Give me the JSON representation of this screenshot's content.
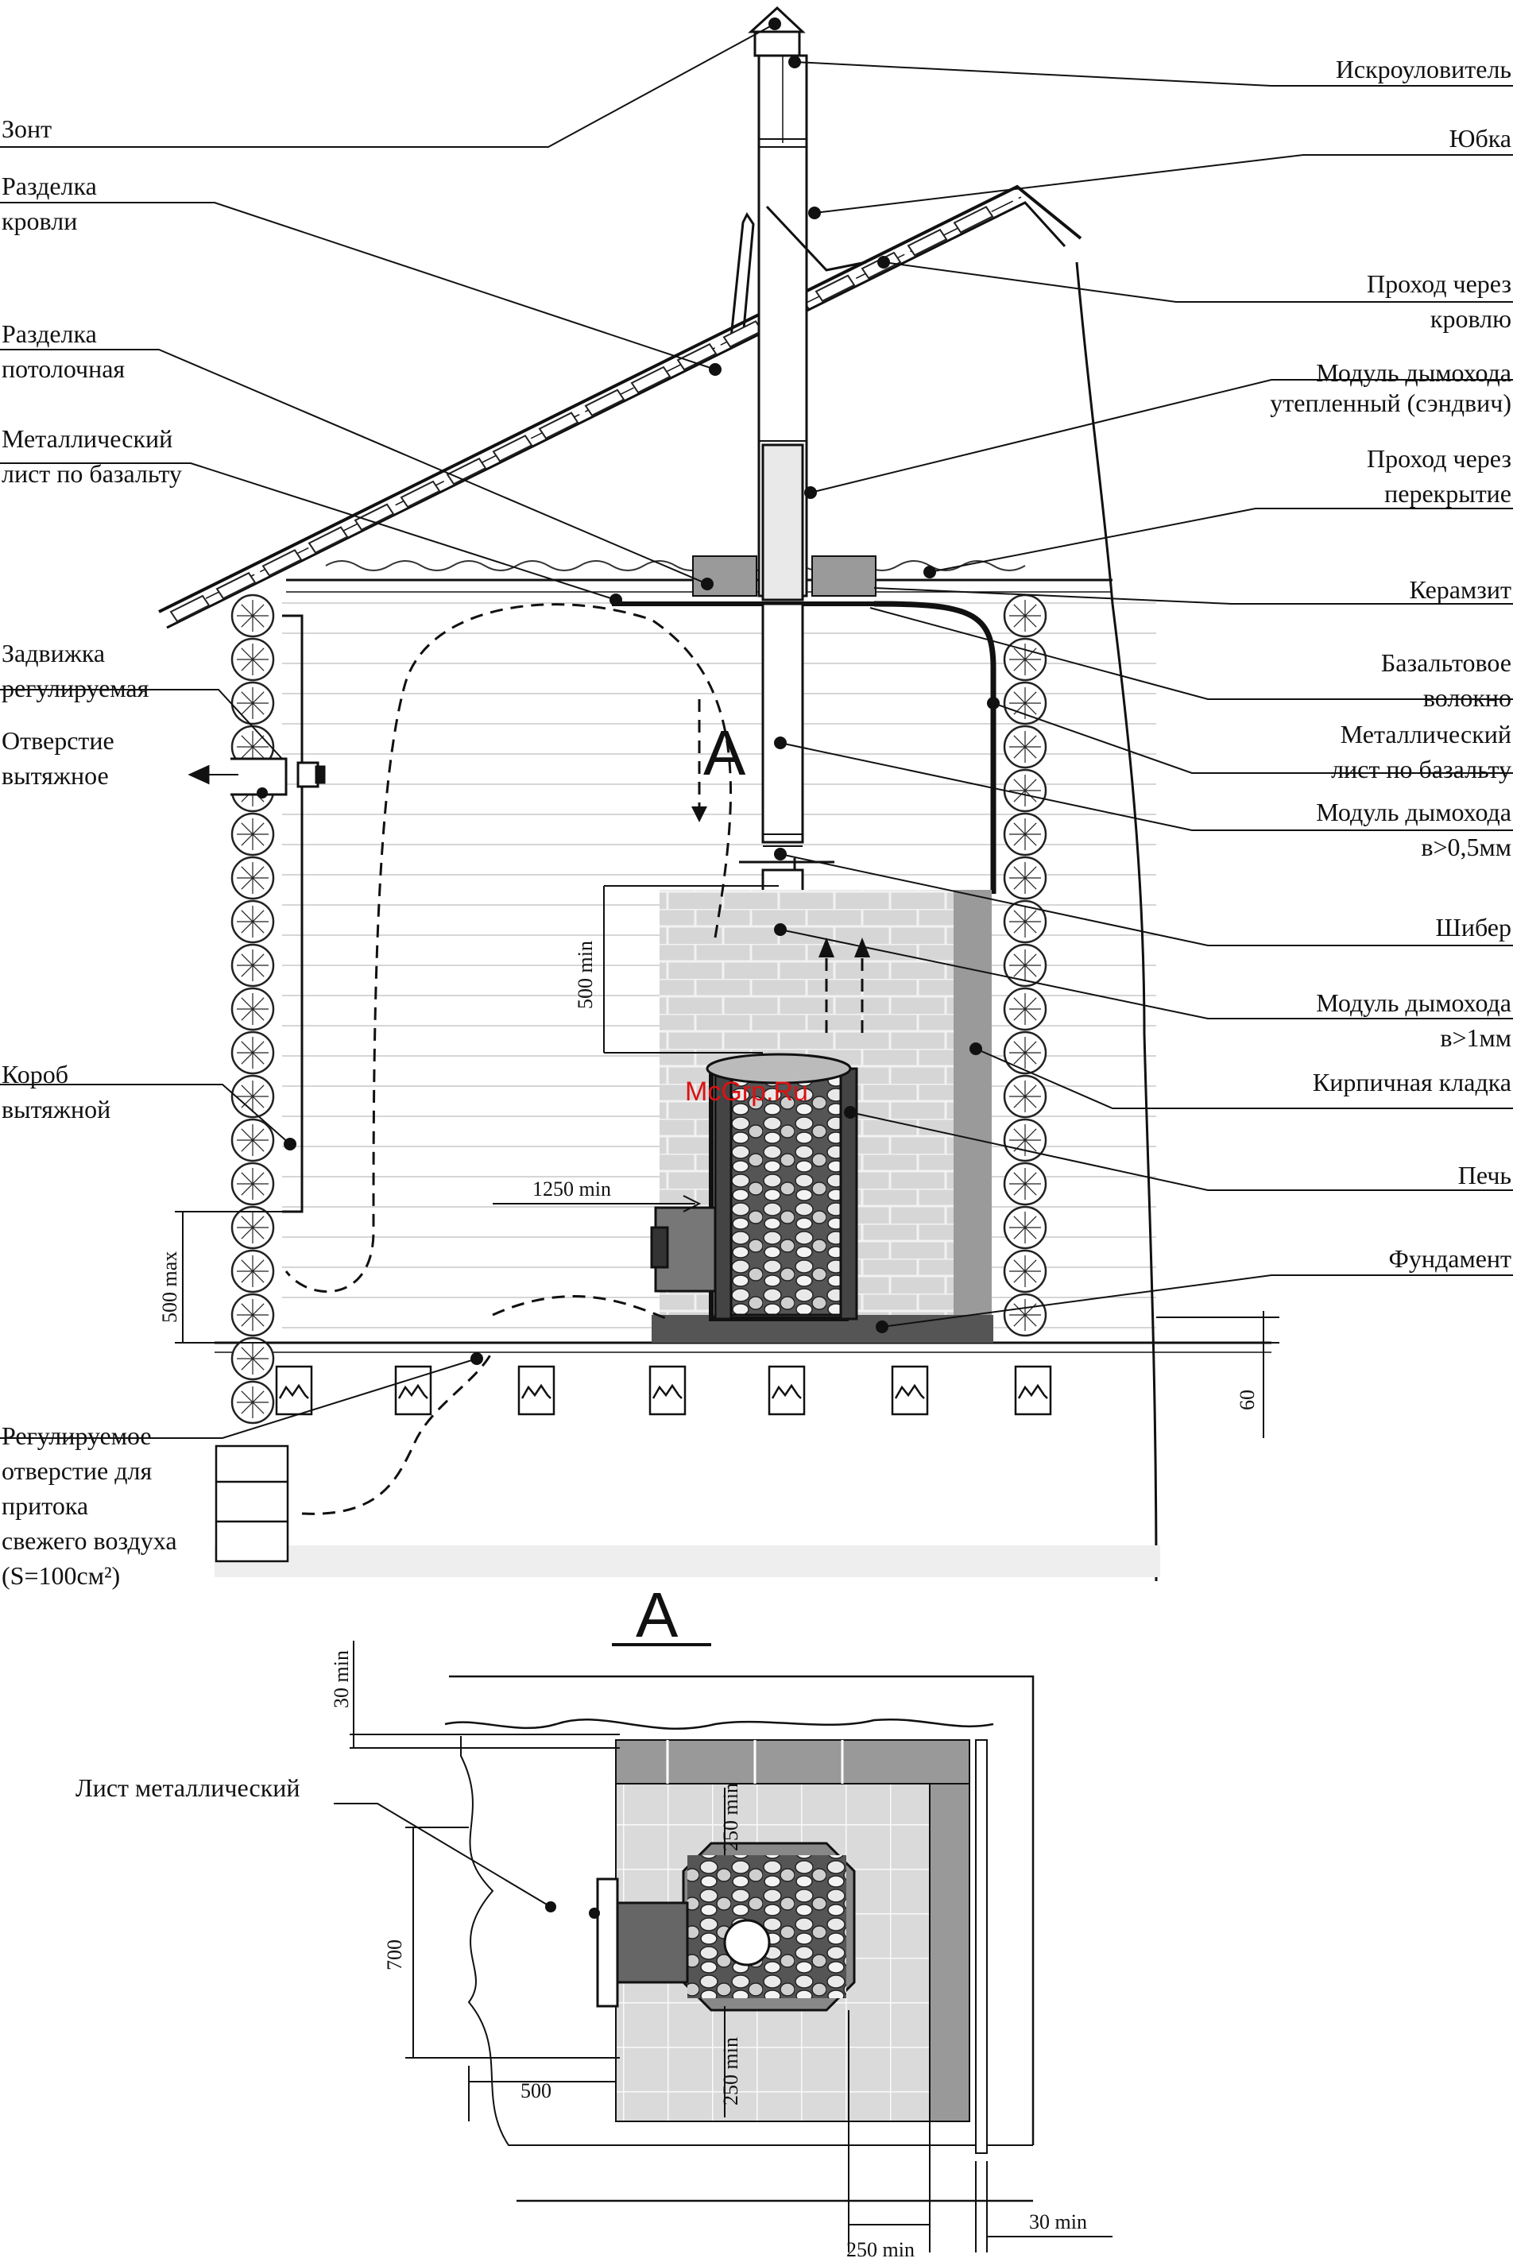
{
  "labels_left": [
    {
      "id": "zont",
      "lines": [
        "Зонт"
      ]
    },
    {
      "id": "razdelka-krovli",
      "lines": [
        "Разделка",
        "кровли"
      ]
    },
    {
      "id": "razdelka-potolochnaya",
      "lines": [
        "Разделка",
        "потолочная"
      ]
    },
    {
      "id": "metal-list-left",
      "lines": [
        "Металлический",
        "лист по базальту"
      ]
    },
    {
      "id": "zadvizhka",
      "lines": [
        "Задвижка",
        "регулируемая"
      ]
    },
    {
      "id": "otverstie-vytyazhnoe",
      "lines": [
        "Отверстие",
        "вытяжное"
      ]
    },
    {
      "id": "korob-vytyazhnoy",
      "lines": [
        "Короб",
        "вытяжной"
      ]
    },
    {
      "id": "reguliruemoe-otverstie",
      "lines": [
        "Регулируемое",
        "отверстие для",
        "притока",
        "свежего воздуха",
        "(S=100см²)"
      ]
    }
  ],
  "labels_right": [
    {
      "id": "iskrouloviteli",
      "lines": [
        "Искроуловитель"
      ]
    },
    {
      "id": "yubka",
      "lines": [
        "Юбка"
      ]
    },
    {
      "id": "prohod-krovlyu",
      "lines": [
        "Проход через",
        "кровлю"
      ]
    },
    {
      "id": "modul-uteplenny",
      "lines": [
        "Модуль дымохода",
        "утепленный (сэндвич)"
      ]
    },
    {
      "id": "prohod-perekrytie",
      "lines": [
        "Проход через",
        "перекрытие"
      ]
    },
    {
      "id": "keramzit",
      "lines": [
        "Керамзит"
      ]
    },
    {
      "id": "bazaltovoe",
      "lines": [
        "Базальтовое",
        "волокно"
      ]
    },
    {
      "id": "metal-list-right",
      "lines": [
        "Металлический",
        "лист по базальту"
      ]
    },
    {
      "id": "modul-05",
      "lines": [
        "Модуль дымохода",
        "в>0,5мм"
      ]
    },
    {
      "id": "shiber",
      "lines": [
        "Шибер"
      ]
    },
    {
      "id": "modul-1",
      "lines": [
        "Модуль дымохода",
        "в>1мм"
      ]
    },
    {
      "id": "kirpichnaya",
      "lines": [
        "Кирпичная кладка"
      ]
    },
    {
      "id": "pech",
      "lines": [
        "Печь"
      ]
    },
    {
      "id": "fundament",
      "lines": [
        "Фундамент"
      ]
    }
  ],
  "section_mark": "A",
  "plan_title": "A",
  "plan_label": "Лист металлический",
  "dims": {
    "d500min": "500 min",
    "d1250min": "1250 min",
    "d500max": "500 max",
    "d60": "60",
    "d30min_top": "30 min",
    "d250min_top": "250 min",
    "d250min_bot": "250 min",
    "d700": "700",
    "d500": "500",
    "d250min_bottom": "250 min",
    "d30min_bottom": "30 min"
  },
  "watermark": "McGrp.Ru",
  "colors": {
    "line": "#111111",
    "brick": "#c9c9c9",
    "brick_dark": "#9a9a9a",
    "stone": "#888888",
    "wall_shade": "#e6e6e6",
    "watermark": "#dd1111"
  }
}
